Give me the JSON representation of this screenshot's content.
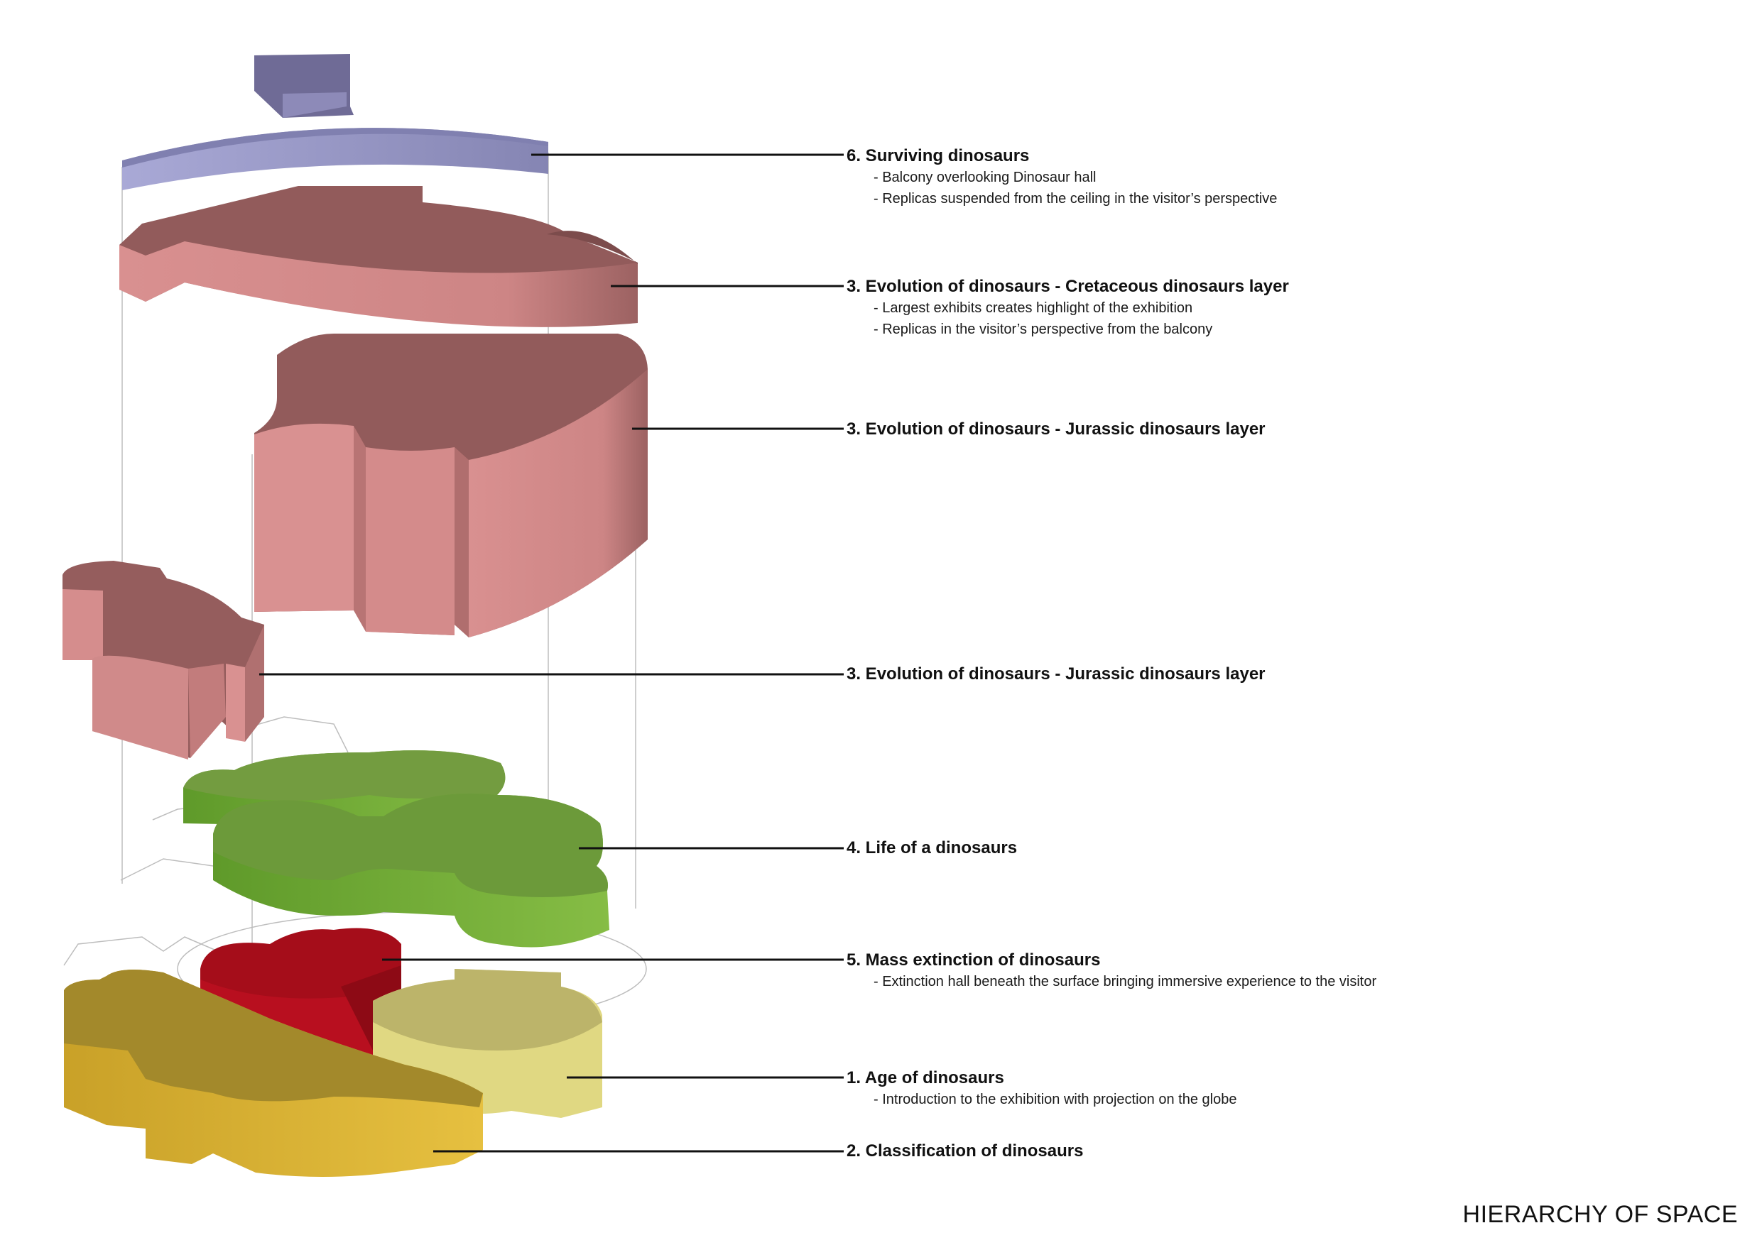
{
  "page_title": "HIERARCHY OF SPACE",
  "colors": {
    "surviving": "#8c8cb8",
    "cretaceous": "#c98585",
    "jurassic": "#c98080",
    "life": "#6f9a3e",
    "mass_extinction": "#a0101a",
    "age": "#d8cf7a",
    "classification": "#dcb43a"
  },
  "layers": [
    {
      "title": "6. Surviving dinosaurs",
      "notes": [
        "- Balcony overlooking Dinosaur hall",
        "- Replicas suspended from the ceiling in the visitor’s perspective"
      ]
    },
    {
      "title": "3. Evolution of dinosaurs - Cretaceous dinosaurs layer",
      "notes": [
        "- Largest exhibits creates highlight of the exhibition",
        "- Replicas in the visitor’s perspective from the balcony"
      ]
    },
    {
      "title": "3. Evolution of dinosaurs - Jurassic dinosaurs layer",
      "notes": []
    },
    {
      "title": "3. Evolution of dinosaurs - Jurassic dinosaurs layer",
      "notes": []
    },
    {
      "title": "4. Life of a dinosaurs",
      "notes": []
    },
    {
      "title": "5. Mass extinction of dinosaurs",
      "notes": [
        "- Extinction hall beneath the surface bringing immersive experience to the visitor"
      ]
    },
    {
      "title": "1. Age of dinosaurs",
      "notes": [
        "- Introduction to the exhibition with projection on the globe"
      ]
    },
    {
      "title": "2. Classification of dinosaurs",
      "notes": []
    }
  ]
}
